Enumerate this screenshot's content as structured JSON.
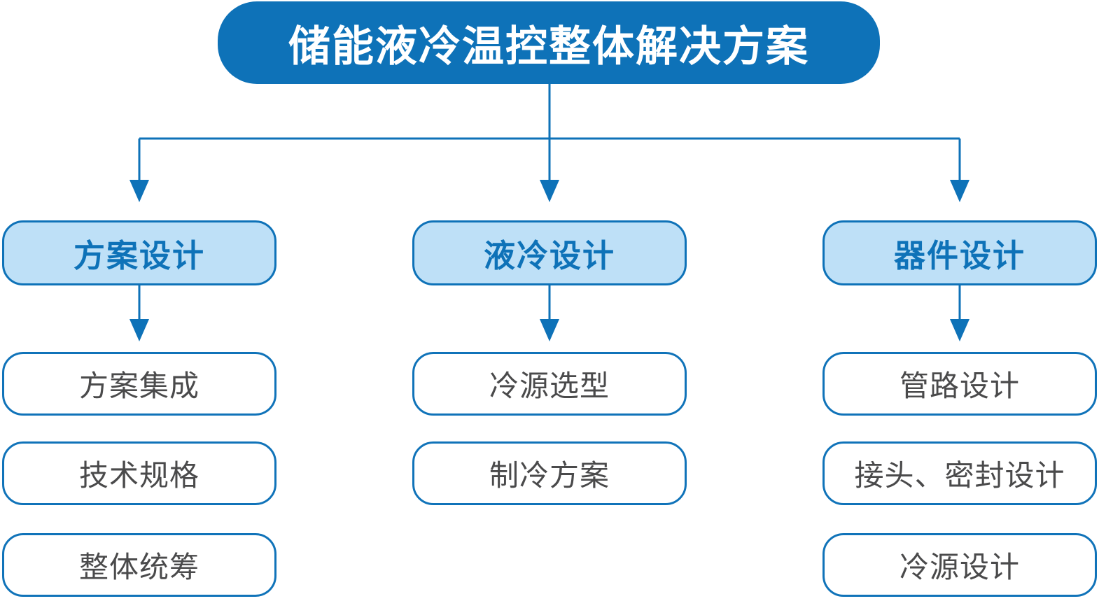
{
  "diagram": {
    "root": {
      "label": "储能液冷温控整体解决方案"
    },
    "branches": [
      {
        "label": "方案设计",
        "children": [
          "方案集成",
          "技术规格",
          "整体统筹"
        ]
      },
      {
        "label": "液冷设计",
        "children": [
          "冷源选型",
          "制冷方案"
        ]
      },
      {
        "label": "器件设计",
        "children": [
          "管路设计",
          "接头、密封设计",
          "冷源设计"
        ]
      }
    ],
    "colors": {
      "primary_blue": "#0E72B8",
      "light_blue_fill": "#BEE0F7",
      "leaf_border_blue": "#1073B9",
      "leaf_text_gray": "#4A4A4B",
      "root_text": "#FFFFFF",
      "background": "#FFFFFF"
    }
  }
}
